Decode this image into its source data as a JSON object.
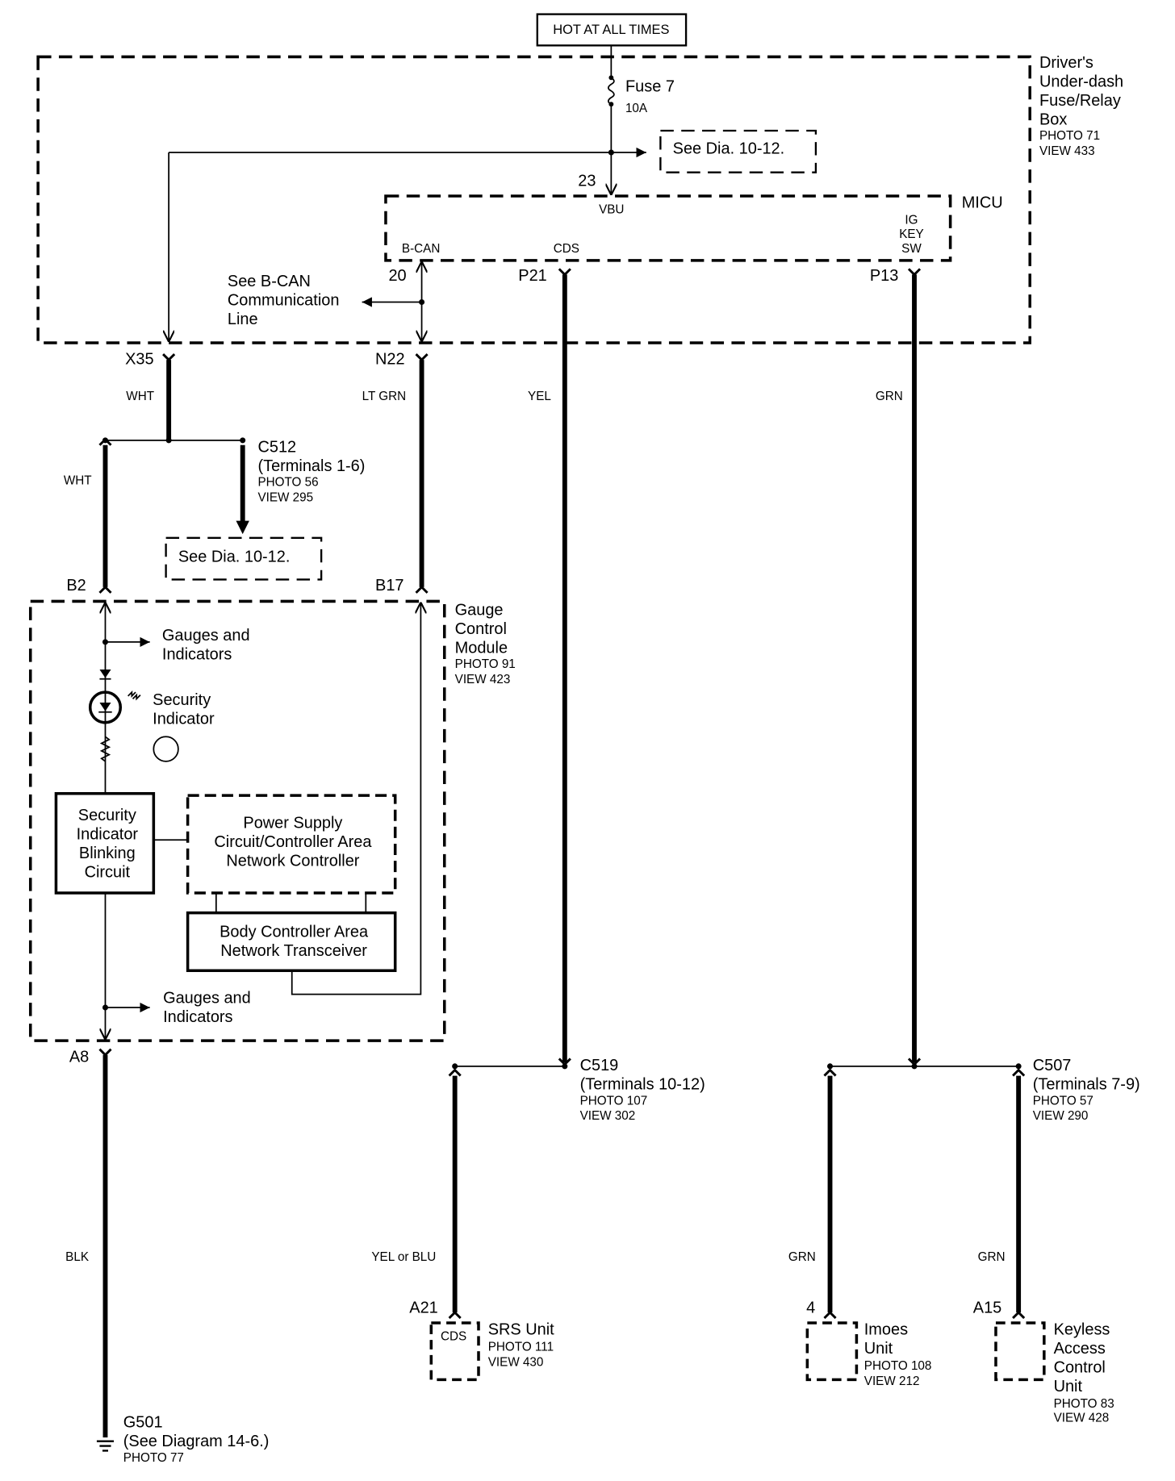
{
  "power_label": "HOT AT ALL TIMES",
  "fuse_box": {
    "lines": [
      "Driver's",
      "Under-dash",
      "Fuse/Relay",
      "Box"
    ],
    "photo": "PHOTO 71",
    "view": "VIEW 433"
  },
  "fuse": {
    "name": "Fuse 7",
    "rating": "10A"
  },
  "see_dia_top": "See Dia. 10-12.",
  "micu": {
    "name": "MICU",
    "terminal_in": "23",
    "vbu": "VBU",
    "bcan": "B-CAN",
    "cds": "CDS",
    "ig": [
      "IG",
      "KEY",
      "SW"
    ],
    "bcan_pin": "20",
    "cds_pin": "P21",
    "ig_pin": "P13"
  },
  "bcan_note": [
    "See B-CAN",
    "Communication",
    "Line"
  ],
  "connectors": {
    "x35": "X35",
    "n22": "N22",
    "b2": "B2",
    "b17": "B17",
    "a8": "A8",
    "a21": "A21",
    "imoes_pin": "4",
    "a15": "A15"
  },
  "wire_colors": {
    "wht1": "WHT",
    "ltgrn": "LT GRN",
    "yel": "YEL",
    "grn": "GRN",
    "wht2": "WHT",
    "blk": "BLK",
    "yel_blu": "YEL or BLU",
    "grn_imoes": "GRN",
    "grn_keyless": "GRN"
  },
  "c512": {
    "name": "C512",
    "terminals": "(Terminals 1-6)",
    "photo": "PHOTO 56",
    "view": "VIEW 295"
  },
  "see_dia_mid": "See Dia. 10-12.",
  "gauge_module": {
    "lines": [
      "Gauge",
      "Control",
      "Module"
    ],
    "photo": "PHOTO 91",
    "view": "VIEW 423",
    "gauges_top": [
      "Gauges and",
      "Indicators"
    ],
    "security_indicator": [
      "Security",
      "Indicator"
    ],
    "blinking": [
      "Security",
      "Indicator",
      "Blinking",
      "Circuit"
    ],
    "power_supply": [
      "Power Supply",
      "Circuit/Controller Area",
      "Network Controller"
    ],
    "transceiver": [
      "Body Controller Area",
      "Network Transceiver"
    ],
    "gauges_bottom": [
      "Gauges and",
      "Indicators"
    ]
  },
  "g501": {
    "name": "G501",
    "note": "(See Diagram 14-6.)",
    "photo": "PHOTO 77"
  },
  "c519": {
    "name": "C519",
    "terminals": "(Terminals 10-12)",
    "photo": "PHOTO 107",
    "view": "VIEW 302"
  },
  "c507": {
    "name": "C507",
    "terminals": "(Terminals 7-9)",
    "photo": "PHOTO 57",
    "view": "VIEW 290"
  },
  "srs": {
    "pin_label": "CDS",
    "name": "SRS Unit",
    "photo": "PHOTO 111",
    "view": "VIEW 430"
  },
  "imoes": {
    "lines": [
      "Imoes",
      "Unit"
    ],
    "photo": "PHOTO 108",
    "view": "VIEW 212"
  },
  "keyless": {
    "lines": [
      "Keyless",
      "Access",
      "Control",
      "Unit"
    ],
    "photo": "PHOTO 83",
    "view": "VIEW 428"
  }
}
